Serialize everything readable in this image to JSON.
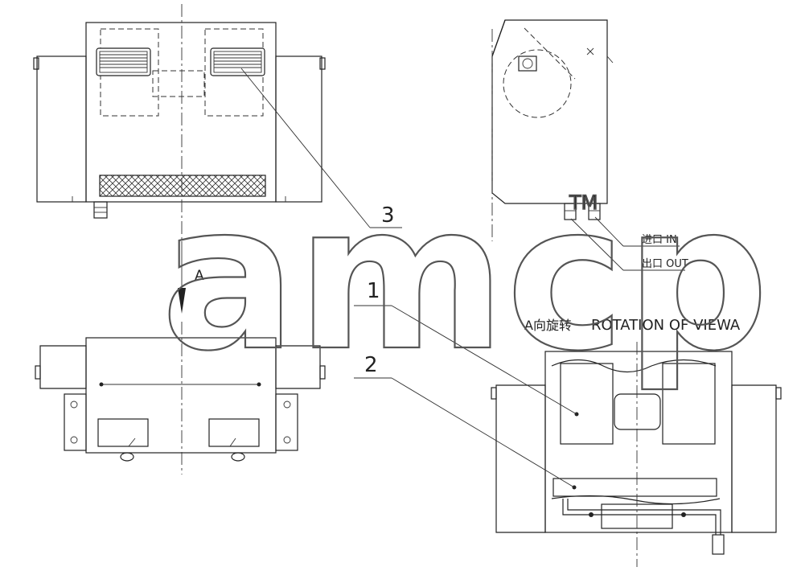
{
  "labels": {
    "view_arrow": "A",
    "view_title_cn": "A向旋转",
    "view_title_en": "ROTATION OF VIEWA",
    "inlet": "进口 IN",
    "outlet": "出口 OUT",
    "callout_1": "1",
    "callout_2": "2",
    "callout_3": "3"
  },
  "watermark": {
    "text": "amcp",
    "trademark": "TM"
  },
  "colors": {
    "line": "#222222",
    "background": "#ffffff",
    "watermark": "#555555"
  }
}
